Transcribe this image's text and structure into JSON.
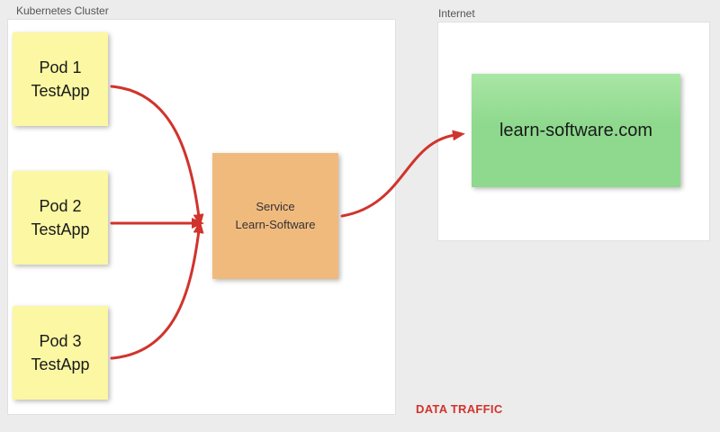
{
  "colors": {
    "background": "#ececec",
    "panel": "#ffffff",
    "panel_border": "#e0e0e0",
    "pod_fill": "#fbf7a3",
    "service_fill": "#f0ba7d",
    "domain_fill": "#8ed98e",
    "domain_fill_top": "#a9e6a4",
    "arrow": "#d0342c"
  },
  "cluster": {
    "label": "Kubernetes Cluster",
    "pods": [
      {
        "name": "Pod 1",
        "app": "TestApp"
      },
      {
        "name": "Pod 2",
        "app": "TestApp"
      },
      {
        "name": "Pod 3",
        "app": "TestApp"
      }
    ],
    "service": {
      "line1": "Service",
      "line2": "Learn-Software"
    }
  },
  "internet": {
    "label": "Internet",
    "domain": "learn-software.com"
  },
  "legend": {
    "data_traffic": "DATA TRAFFIC"
  }
}
